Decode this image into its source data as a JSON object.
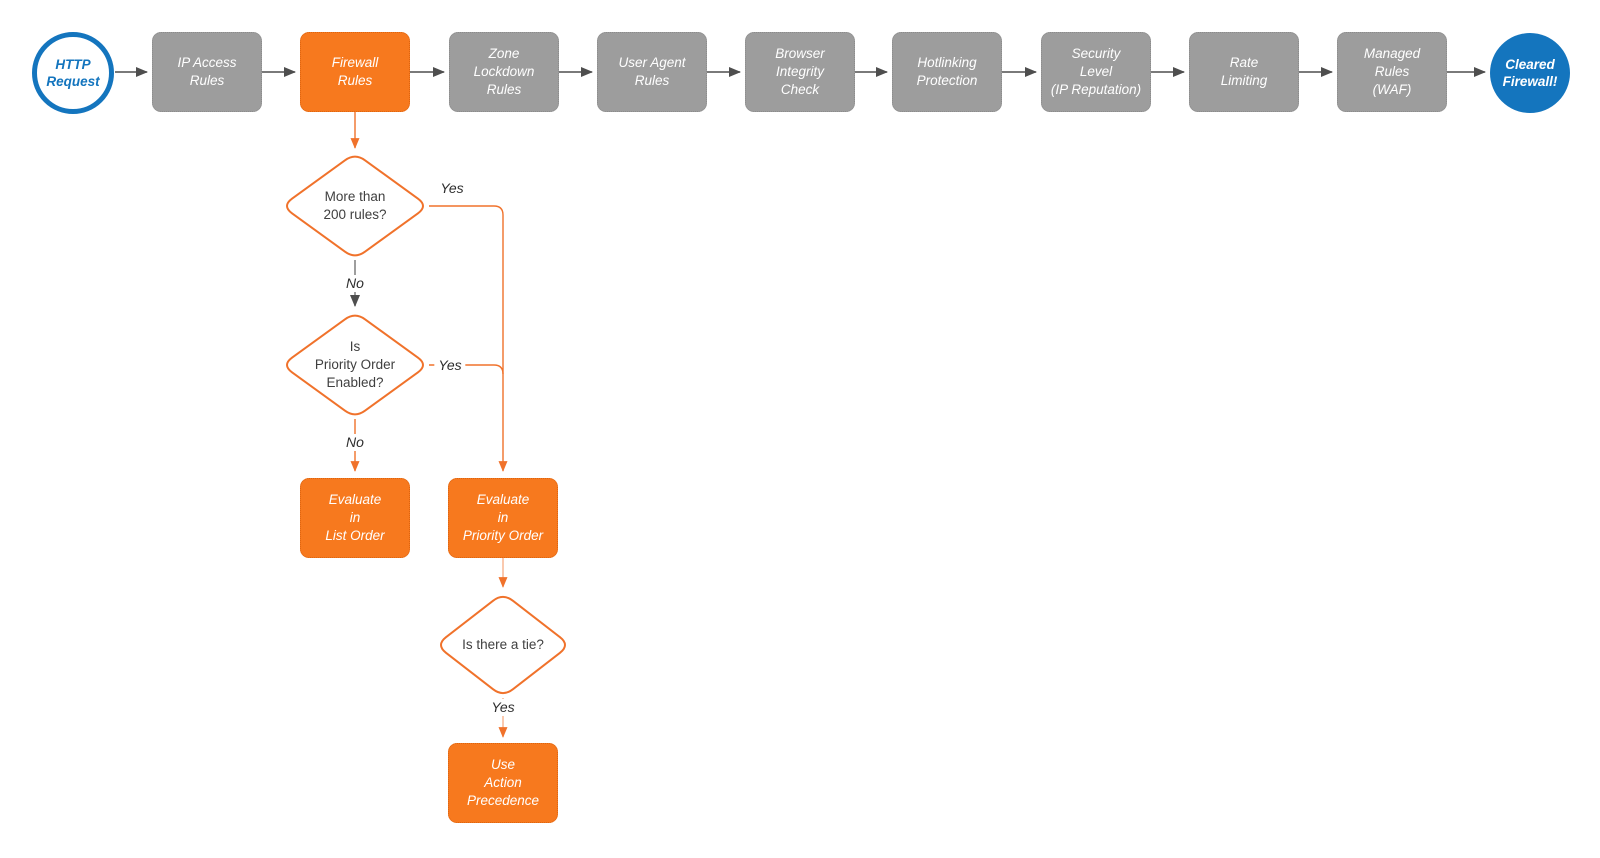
{
  "diagram": {
    "start": {
      "label": "HTTP\nRequest"
    },
    "end": {
      "label": "Cleared\nFirewall!"
    },
    "stages": [
      {
        "id": "ip-access-rules",
        "label": "IP Access\nRules"
      },
      {
        "id": "firewall-rules",
        "label": "Firewall\nRules",
        "highlighted": true
      },
      {
        "id": "zone-lockdown-rules",
        "label": "Zone\nLockdown\nRules"
      },
      {
        "id": "user-agent-rules",
        "label": "User Agent\nRules"
      },
      {
        "id": "browser-integrity-check",
        "label": "Browser\nIntegrity\nCheck"
      },
      {
        "id": "hotlinking-protection",
        "label": "Hotlinking\nProtection"
      },
      {
        "id": "security-level-ip-reputation",
        "label": "Security\nLevel\n(IP Reputation)"
      },
      {
        "id": "rate-limiting",
        "label": "Rate\nLimiting"
      },
      {
        "id": "managed-rules-waf",
        "label": "Managed\nRules\n(WAF)"
      }
    ],
    "decisions": [
      {
        "id": "more-than-200-rules",
        "label": "More than\n200 rules?"
      },
      {
        "id": "priority-order-enabled",
        "label": "Is\nPriority Order\nEnabled?"
      },
      {
        "id": "is-there-a-tie",
        "label": "Is there a tie?"
      }
    ],
    "actions": [
      {
        "id": "evaluate-in-list-order",
        "label": "Evaluate\nin\nList Order"
      },
      {
        "id": "evaluate-in-priority-order",
        "label": "Evaluate\nin\nPriority Order"
      },
      {
        "id": "use-action-precedence",
        "label": "Use\nAction\nPrecedence"
      }
    ],
    "edge_labels": {
      "more_than_200_yes": "Yes",
      "more_than_200_no": "No",
      "priority_enabled_yes": "Yes",
      "priority_enabled_no": "No",
      "tie_yes": "Yes"
    }
  },
  "colors": {
    "accent_orange": "#F7791E",
    "line_orange": "#F0722B",
    "line_orange_light": "#F8B28C",
    "neutral_gray": "#9D9D9D",
    "gray_border": "#8B8B8B",
    "brand_blue": "#1475BE",
    "connector_dark": "#4E4E4E",
    "connector_gray": "#7E7E7E",
    "text_dark": "#3F3F3F",
    "label_dark": "#2E2E2E"
  }
}
